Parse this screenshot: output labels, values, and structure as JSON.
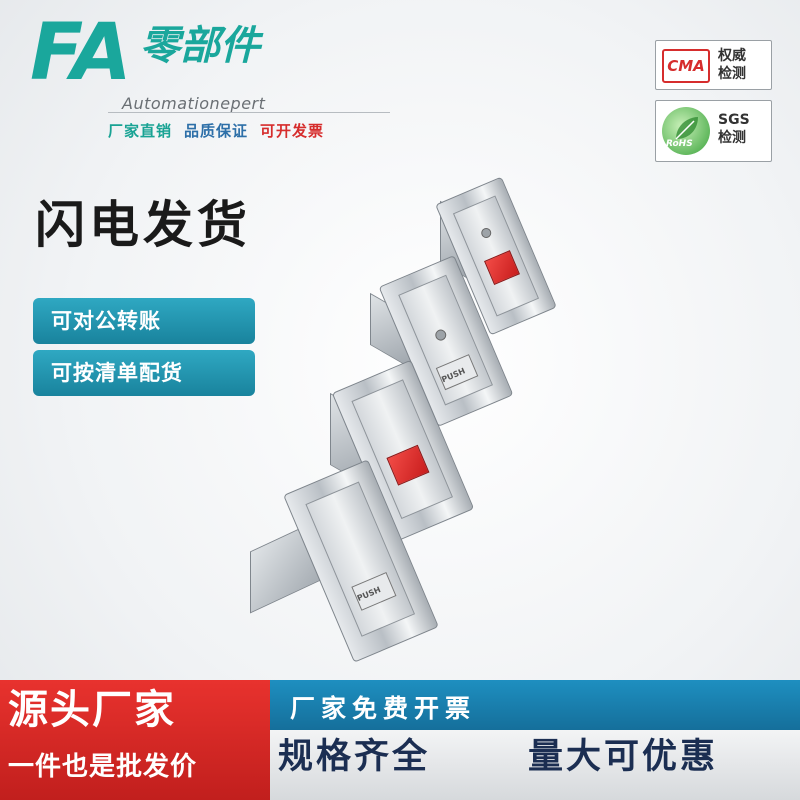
{
  "brand": {
    "fa": "FA",
    "chinese": "零部件",
    "english": "Automationepert",
    "tagline": [
      "厂家直销",
      "品质保证",
      "可开发票"
    ]
  },
  "badges": [
    {
      "mark": "CMA",
      "lines": [
        "权威",
        "检测"
      ]
    },
    {
      "mark": "RoHS",
      "lines": [
        "SGS",
        "检测"
      ]
    }
  ],
  "headline": "闪电发货",
  "pills": [
    "可对公转账",
    "可按清单配货"
  ],
  "product": {
    "push_label": "PUSH"
  },
  "bottom": {
    "left_title": "源头厂家",
    "left_subtitle": "一件也是批发价",
    "right_top": "厂家免费开票",
    "right_bottom_left": "规格齐全",
    "right_bottom_right": "量大可优惠"
  },
  "colors": {
    "brand_teal": "#1aa79c",
    "banner_red": "#d62d2d",
    "banner_blue": "#1e8fc0",
    "latch_red": "#e0302c"
  }
}
